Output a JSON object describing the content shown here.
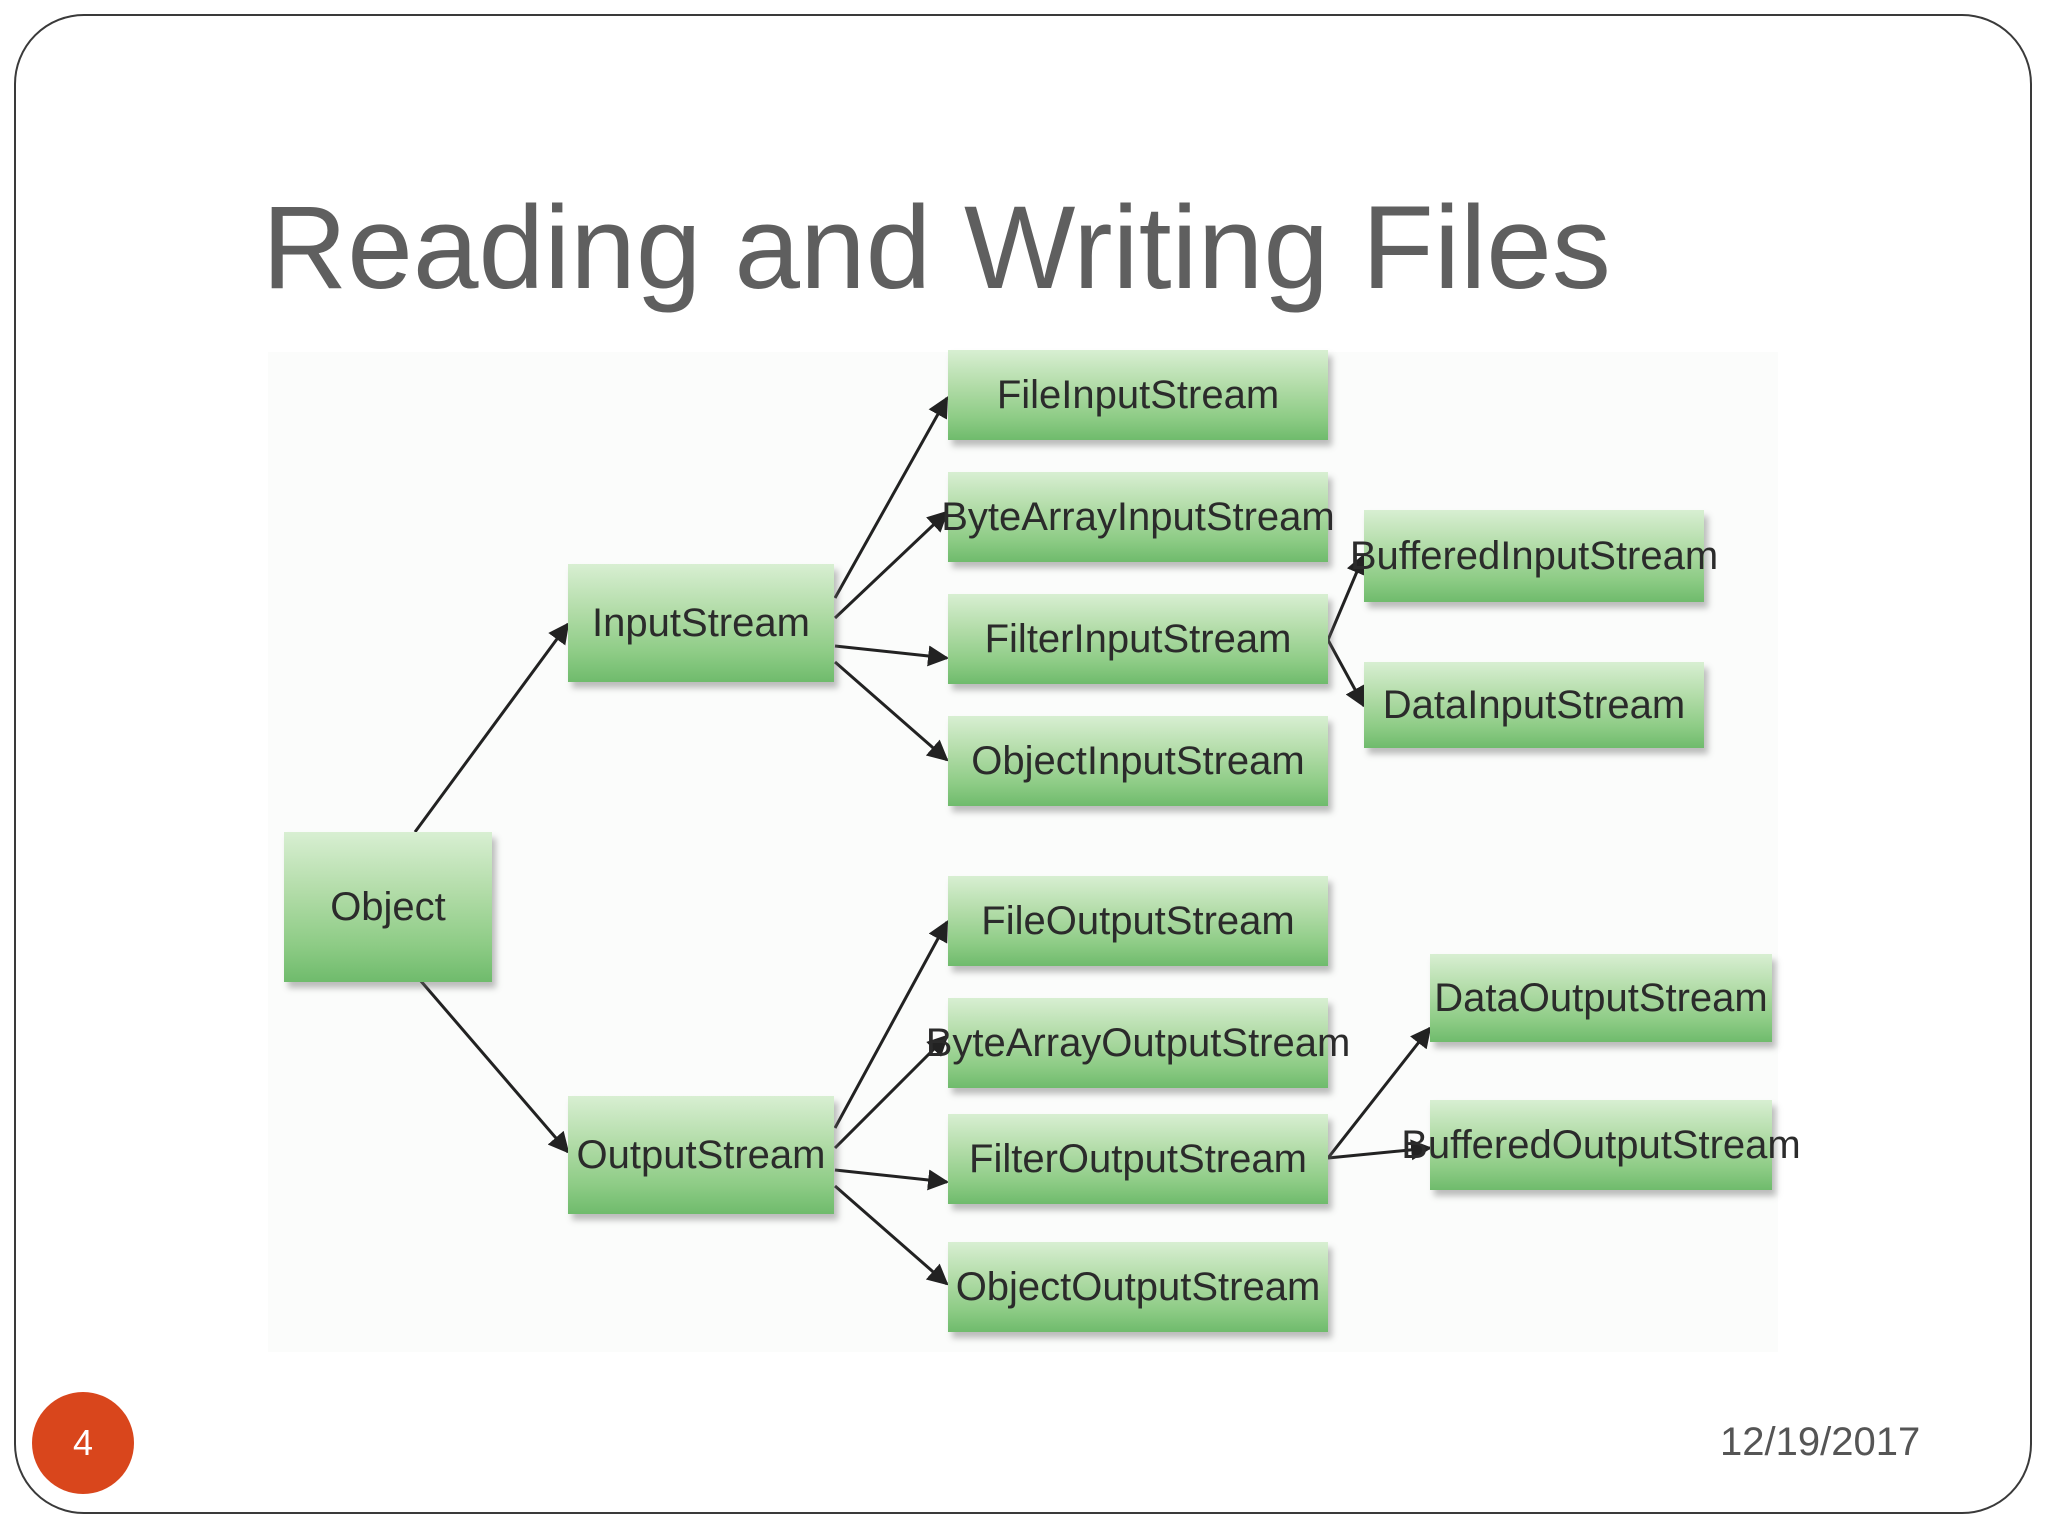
{
  "slide": {
    "title": "Reading and Writing Files",
    "number": "4",
    "date": "12/19/2017"
  },
  "colors": {
    "node_top": "#d8efd2",
    "node_bottom": "#6fbb6c",
    "badge": "#d9461c",
    "title_text": "#5f5f5f",
    "edge": "#222222"
  },
  "diagram": {
    "nodes": {
      "object": "Object",
      "input_stream": "InputStream",
      "output_stream": "OutputStream",
      "file_input_stream": "FileInputStream",
      "byte_array_input_stream": "ByteArrayInputStream",
      "filter_input_stream": "FilterInputStream",
      "object_input_stream": "ObjectInputStream",
      "buffered_input_stream": "BufferedInputStream",
      "data_input_stream": "DataInputStream",
      "file_output_stream": "FileOutputStream",
      "byte_array_output_stream": "ByteArrayOutputStream",
      "filter_output_stream": "FilterOutputStream",
      "object_output_stream": "ObjectOutputStream",
      "data_output_stream": "DataOutputStream",
      "buffered_output_stream": "BufferedOutputStream"
    },
    "edges": [
      [
        "object",
        "input_stream"
      ],
      [
        "object",
        "output_stream"
      ],
      [
        "input_stream",
        "file_input_stream"
      ],
      [
        "input_stream",
        "byte_array_input_stream"
      ],
      [
        "input_stream",
        "filter_input_stream"
      ],
      [
        "input_stream",
        "object_input_stream"
      ],
      [
        "filter_input_stream",
        "buffered_input_stream"
      ],
      [
        "filter_input_stream",
        "data_input_stream"
      ],
      [
        "output_stream",
        "file_output_stream"
      ],
      [
        "output_stream",
        "byte_array_output_stream"
      ],
      [
        "output_stream",
        "filter_output_stream"
      ],
      [
        "output_stream",
        "object_output_stream"
      ],
      [
        "filter_output_stream",
        "data_output_stream"
      ],
      [
        "filter_output_stream",
        "buffered_output_stream"
      ]
    ]
  }
}
